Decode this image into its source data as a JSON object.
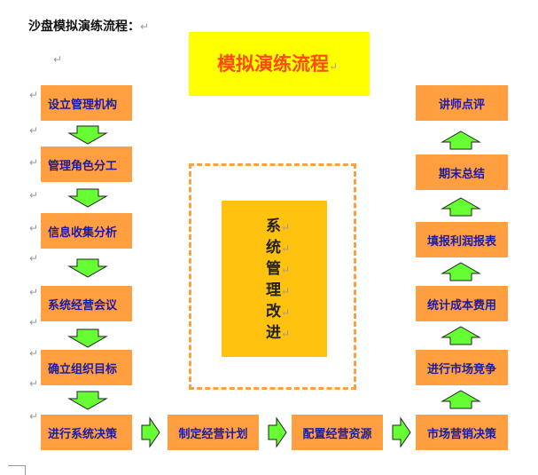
{
  "heading": "沙盘模拟演练流程：",
  "title": "模拟演练流程",
  "left_steps": [
    "设立管理机构",
    "管理角色分工",
    "信息收集分析",
    "系统经营会议",
    "确立组织目标",
    "进行系统决策"
  ],
  "bottom_steps": [
    "制定经营计划",
    "配置经营资源"
  ],
  "right_steps": [
    "市场营销决策",
    "进行市场竞争",
    "统计成本费用",
    "填报利润报表",
    "期末总结",
    "讲师点评"
  ],
  "center_chars": [
    "系",
    "统",
    "管",
    "理",
    "改",
    "进"
  ],
  "paragraph_mark": "↵",
  "colors": {
    "box": "#ff9f3f",
    "box_text": "#1b1ba8",
    "title_bg": "#ffff00",
    "title_text": "#ff4a0a",
    "center_bg": "#ffc20e",
    "arrow": "#66ff33"
  }
}
